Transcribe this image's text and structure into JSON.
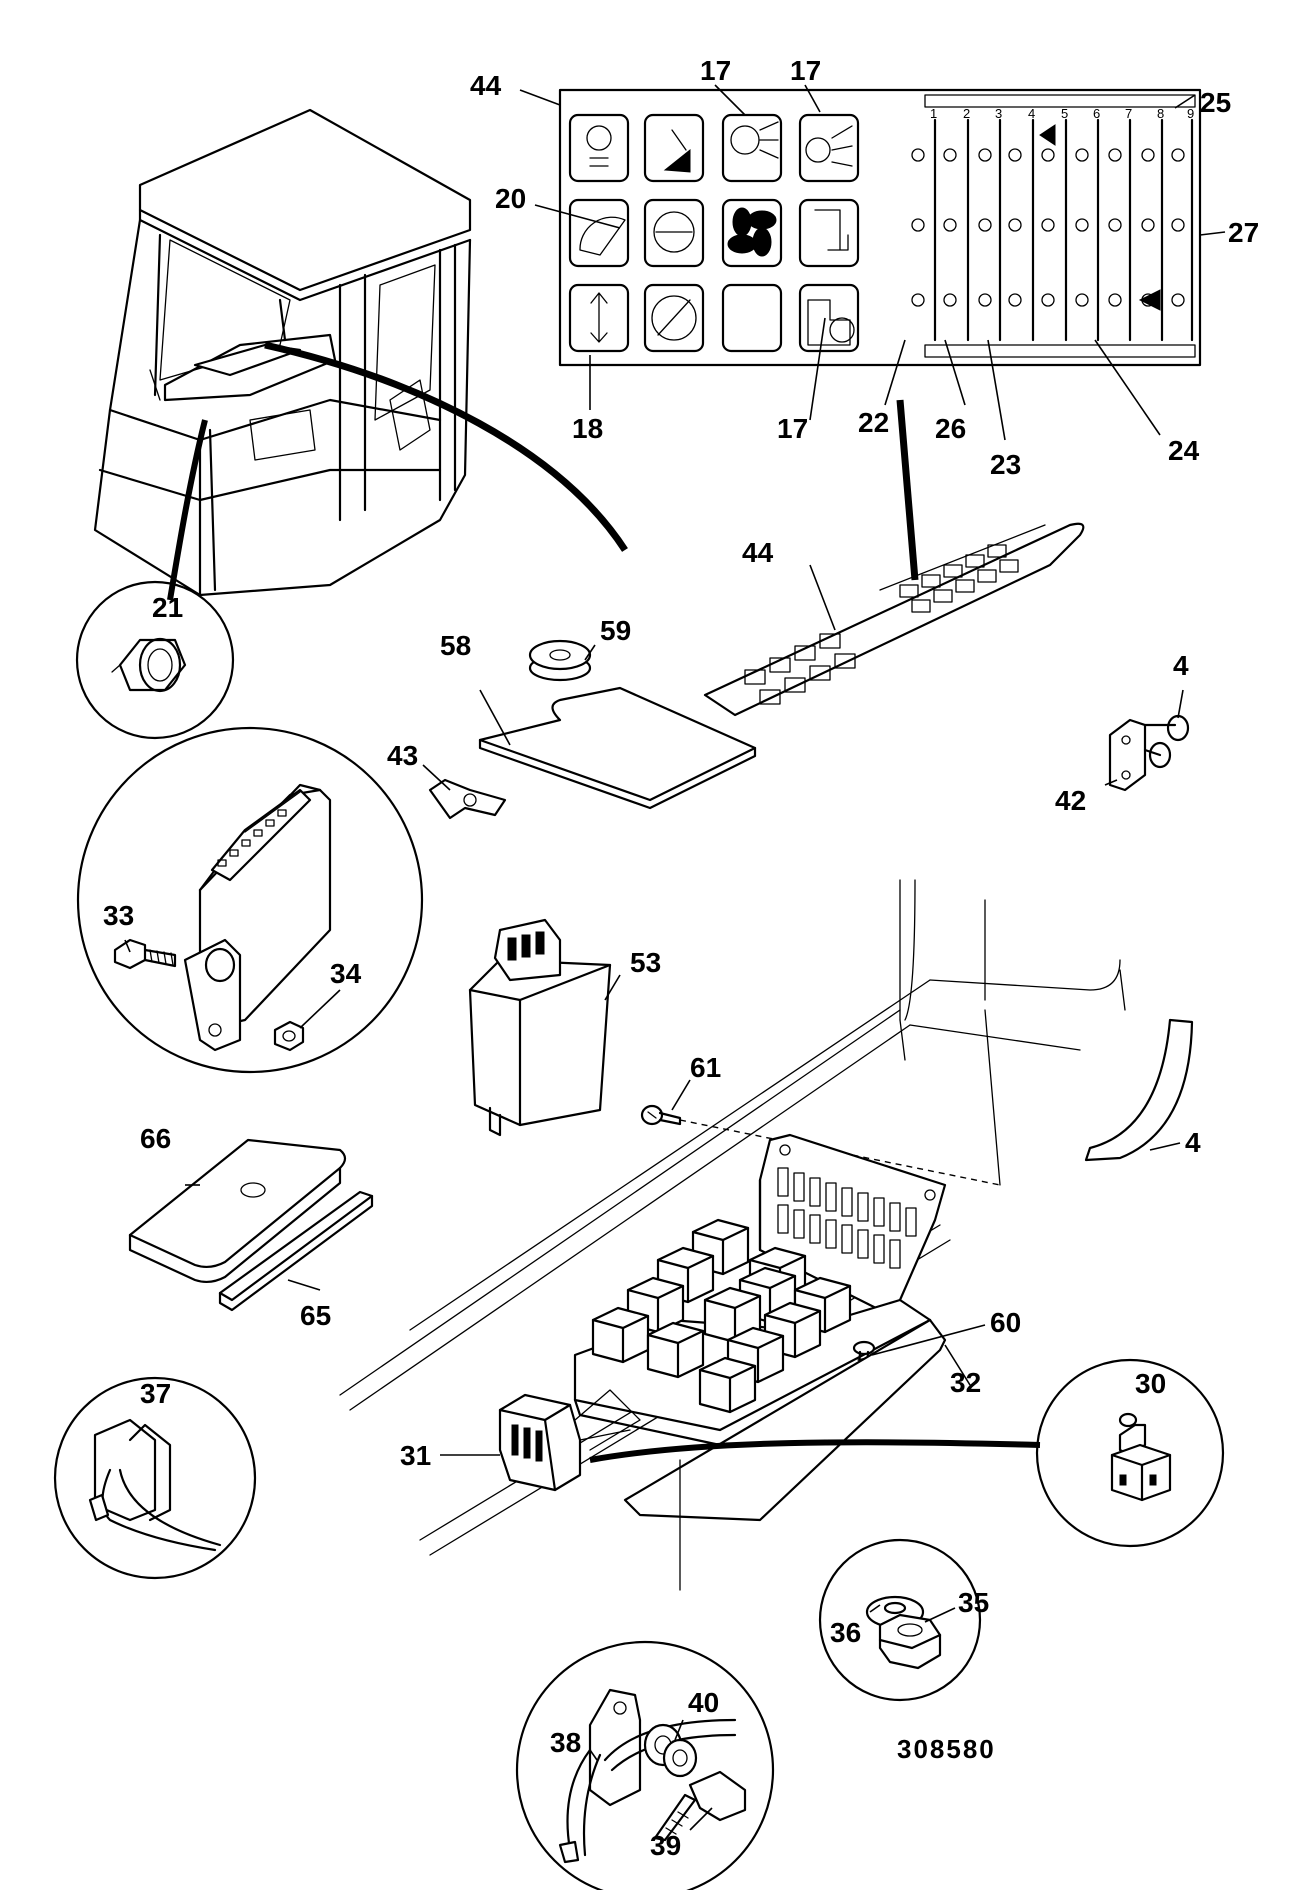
{
  "figure_reference": "308580",
  "callouts": [
    {
      "id": "c44a",
      "text": "44"
    },
    {
      "id": "c17a",
      "text": "17"
    },
    {
      "id": "c17b",
      "text": "17"
    },
    {
      "id": "c25",
      "text": "25"
    },
    {
      "id": "c20",
      "text": "20"
    },
    {
      "id": "c27",
      "text": "27"
    },
    {
      "id": "c18",
      "text": "18"
    },
    {
      "id": "c17c",
      "text": "17"
    },
    {
      "id": "c22",
      "text": "22"
    },
    {
      "id": "c26",
      "text": "26"
    },
    {
      "id": "c23",
      "text": "23"
    },
    {
      "id": "c24",
      "text": "24"
    },
    {
      "id": "c21",
      "text": "21"
    },
    {
      "id": "c44b",
      "text": "44"
    },
    {
      "id": "c59",
      "text": "59"
    },
    {
      "id": "c58",
      "text": "58"
    },
    {
      "id": "c43",
      "text": "43"
    },
    {
      "id": "c4a",
      "text": "4"
    },
    {
      "id": "c42",
      "text": "42"
    },
    {
      "id": "c33",
      "text": "33"
    },
    {
      "id": "c34",
      "text": "34"
    },
    {
      "id": "c53",
      "text": "53"
    },
    {
      "id": "c61",
      "text": "61"
    },
    {
      "id": "c4b",
      "text": "4"
    },
    {
      "id": "c66",
      "text": "66"
    },
    {
      "id": "c65",
      "text": "65"
    },
    {
      "id": "c60",
      "text": "60"
    },
    {
      "id": "c32",
      "text": "32"
    },
    {
      "id": "c37",
      "text": "37"
    },
    {
      "id": "c30",
      "text": "30"
    },
    {
      "id": "c31",
      "text": "31"
    },
    {
      "id": "c36",
      "text": "36"
    },
    {
      "id": "c35",
      "text": "35"
    },
    {
      "id": "c40",
      "text": "40"
    },
    {
      "id": "c38",
      "text": "38"
    },
    {
      "id": "c39",
      "text": "39"
    }
  ],
  "fuse_column_numbers": [
    "1",
    "2",
    "3",
    "4",
    "5",
    "6",
    "7",
    "8",
    "9"
  ]
}
